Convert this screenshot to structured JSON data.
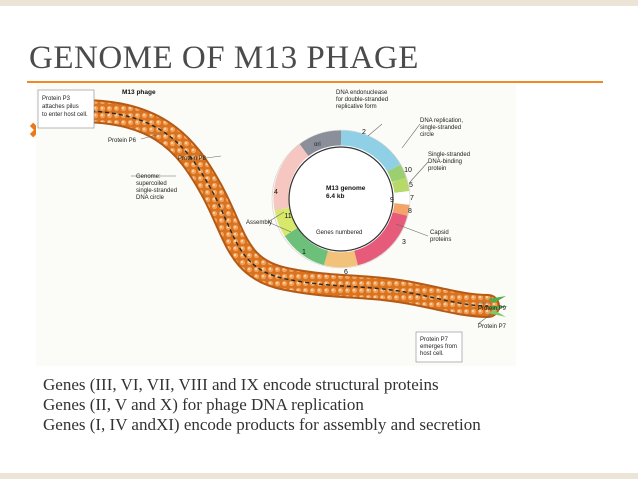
{
  "slide": {
    "title": "GENOME OF M13 PHAGE",
    "accent_color": "#f08a24",
    "bullet_icon": "x-bullet-icon"
  },
  "figure": {
    "labels": {
      "m13_phage": "M13 phage",
      "protein_p3": "Protein P3",
      "p3_note_1": "attaches pilus",
      "p3_note_2": "to enter host cell.",
      "protein_p6": "Protein P6",
      "protein_p8": "Protein P8",
      "genome_1": "Genome:",
      "genome_2": "supercoiled",
      "genome_3": "single-stranded",
      "genome_4": "DNA circle",
      "endonuclease_1": "DNA endonuclease",
      "endonuclease_2": "for double-stranded",
      "endonuclease_3": "replicative form",
      "replication_1": "DNA replication,",
      "replication_2": "single-stranded",
      "replication_3": "circle",
      "ssb_1": "Single-stranded",
      "ssb_2": "DNA-binding",
      "ssb_3": "protein",
      "genome_center_1": "M13 genome",
      "genome_center_2": "6.4 kb",
      "genes_numbered": "Genes numbered",
      "assembly": "Assembly",
      "capsid_1": "Capsid",
      "capsid_2": "proteins",
      "protein_p9": "Protein P9",
      "protein_p7": "Protein P7",
      "p7_note_1": "Protein P7",
      "p7_note_2": "emerges from",
      "p7_note_3": "host cell.",
      "ori": "ori"
    },
    "gene_numbers": [
      "1",
      "2",
      "3",
      "4",
      "5",
      "6",
      "7",
      "8",
      "9",
      "10",
      "11"
    ]
  },
  "caption": [
    "Genes (III, VI, VII, VIII and IX encode structural proteins",
    "Genes (II, V and X) for phage DNA replication",
    "Genes (I, IV andXI) encode products for assembly and secretion"
  ]
}
